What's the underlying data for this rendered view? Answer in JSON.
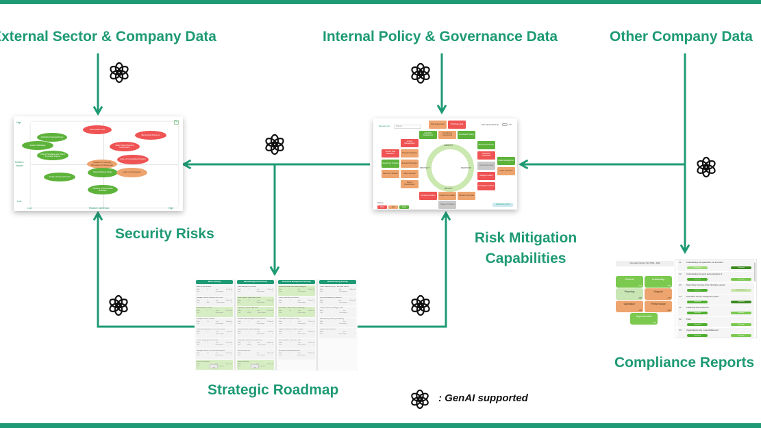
{
  "titles": {
    "external_data": "External Sector & Company Data",
    "policy_data": "Internal Policy & Governance Data",
    "other_data": "Other Company Data",
    "security_risks": "Security Risks",
    "risk_mitigation_line1": "Risk Mitigation",
    "risk_mitigation_line2": "Capabilities",
    "strategic_roadmap": "Strategic Roadmap",
    "compliance_reports": "Compliance Reports"
  },
  "legend": {
    "icon": "openai-genai-icon",
    "text": ": GenAI supported"
  },
  "colors": {
    "brand_green": "#1e9a74",
    "risk_green": "#5db33a",
    "risk_red": "#ef5353",
    "risk_orange": "#eda46e"
  },
  "risk_matrix": {
    "y_high": "High",
    "y_label_1": "Relative",
    "y_label_2": "Impact",
    "y_low": "Low",
    "x_low": "Low",
    "x_label": "Relative Likelihood",
    "x_high": "High",
    "risks": [
      {
        "name": "Client Data Leak",
        "level": "red"
      },
      {
        "name": "Being Held Ransom",
        "level": "red"
      },
      {
        "name": "Authority Financial Fines",
        "level": "green"
      },
      {
        "name": "Insider Sabotage",
        "level": "green"
      },
      {
        "name": "Major Client Service Interruption",
        "level": "red"
      },
      {
        "name": "Client Penalties and Client Financial Claims",
        "level": "green"
      },
      {
        "name": "Loss of Competitive Position",
        "level": "red"
      },
      {
        "name": "Shadow IT Causing Disruption or Data Leak",
        "level": "orange"
      },
      {
        "name": "Client Delivery Delay",
        "level": "green"
      },
      {
        "name": "Lack of Compliance",
        "level": "orange"
      },
      {
        "name": "Insider Financial Fraud",
        "level": "green"
      },
      {
        "name": "Delivery of Vulnerable Software",
        "level": "green"
      }
    ]
  },
  "mitigation": {
    "business_unit_label": "Business Unit",
    "business_unit_value": "Platform",
    "toggle_label": "Risk Adjusted Ratings",
    "toggle_state": "Off",
    "phases": [
      "IDENTIFY",
      "PROTECT",
      "RESPOND",
      "DETECT"
    ],
    "capabilities": [
      {
        "name": "Risk Assessment",
        "rating": "Fair"
      },
      {
        "name": "Third Party Risk",
        "rating": "Poor"
      },
      {
        "name": "Capability Assessment",
        "rating": "Good"
      },
      {
        "name": "Compliance Assessment",
        "rating": "Fair"
      },
      {
        "name": "Penetration Testing",
        "rating": "Good"
      },
      {
        "name": "Access Management",
        "rating": "Poor"
      },
      {
        "name": "Secure User Behaviour",
        "rating": "Poor"
      },
      {
        "name": "Network Protection",
        "rating": "Fair"
      },
      {
        "name": "Sessions & Tracking",
        "rating": "Good"
      },
      {
        "name": "Endpoint Protection",
        "rating": "Fair"
      },
      {
        "name": "Back-up & Restore",
        "rating": "Fair"
      },
      {
        "name": "Data Protection",
        "rating": "Fair"
      },
      {
        "name": "Secure Development",
        "rating": "Fair"
      },
      {
        "name": "Business Continuity",
        "rating": "Good"
      },
      {
        "name": "Response Preparation",
        "rating": "Poor"
      },
      {
        "name": "Incident Exercises",
        "rating": "None"
      },
      {
        "name": "Mitigate Incident",
        "rating": "Poor"
      },
      {
        "name": "Investigate Incidents",
        "rating": "Poor"
      },
      {
        "name": "Media Management",
        "rating": "Good"
      },
      {
        "name": "Cyber Insurance",
        "rating": "Fair"
      },
      {
        "name": "Access Anomalies",
        "rating": "Poor"
      },
      {
        "name": "Endpoint Anomalies",
        "rating": "Fair"
      },
      {
        "name": "Network Anomalies",
        "rating": "Fair"
      },
      {
        "name": "Triage of Incidents",
        "rating": "None"
      }
    ],
    "ratings_label": "Ratings",
    "ratings": [
      "Poor",
      "Fair",
      "Good"
    ],
    "framework_button": "Framework version"
  },
  "roadmap": {
    "columns": [
      {
        "title": "Basic Security",
        "items": [
          {
            "name": "Back-up and Restore",
            "effort": "5",
            "due": "31-Oct-23",
            "cost": "",
            "impact": "2",
            "hl": false
          },
          {
            "name": "Managed Secure Network over Office",
            "effort": "2",
            "due": "31-Dec-23",
            "cost": "5000",
            "impact": "4",
            "hl": false
          },
          {
            "name": "Ransomware Protocol",
            "effort": "2",
            "due": "31-Jan-24",
            "cost": "",
            "impact": "1",
            "hl": true
          },
          {
            "name": "Managed Secure Network",
            "effort": "10",
            "due": "31-Aug-25",
            "cost": "",
            "impact": "4",
            "hl": false
          },
          {
            "name": "Move anything done on NAS to to Cloud",
            "effort": "4",
            "due": "31-Jul-23",
            "cost": "",
            "impact": "",
            "hl": false
          },
          {
            "name": "Protect outgoing internet traffic",
            "effort": "3",
            "due": "31-Dec-23",
            "cost": "",
            "impact": "4",
            "hl": false
          },
          {
            "name": "Managed Secure BYOD Mobile Devices",
            "effort": "10",
            "due": "30-Sep-24",
            "cost": "",
            "impact": "4",
            "hl": false
          },
          {
            "name": "Ensure Notification",
            "effort": "",
            "due": "13-Dec-24",
            "cost": "",
            "impact": "",
            "hl": true
          }
        ]
      },
      {
        "title": "Data Management Security",
        "items": [
          {
            "name": "Data Management Review",
            "effort": "8",
            "due": "15-Jan-24",
            "cost": "",
            "impact": "3",
            "hl": false
          },
          {
            "name": "Select Secure Data Lake Partner",
            "effort": "11",
            "due": "30-Jun-23",
            "cost": "",
            "impact": "4",
            "hl": true
          },
          {
            "name": "Implement Secure Data Lake",
            "effort": "8",
            "due": "31-Jan-24",
            "cost": "40000",
            "impact": "3",
            "hl": true
          },
          {
            "name": "Detailed Data Management Architecture",
            "effort": "4",
            "due": "31-Jan-24",
            "cost": "",
            "impact": "3",
            "hl": false
          },
          {
            "name": "Standard-based Data Catalogue",
            "effort": "5",
            "due": "31-Jul-23",
            "cost": "",
            "impact": "3",
            "hl": false
          },
          {
            "name": "Data loads securely into Data Lake",
            "effort": "12",
            "due": "31-Mar-24",
            "cost": "10000",
            "impact": "4",
            "hl": false
          },
          {
            "name": "Secure AI and ML",
            "effort": "",
            "due": "30-Jun-24",
            "cost": "",
            "impact": "",
            "hl": false
          },
          {
            "name": "Data Conditional",
            "effort": "",
            "due": "30-Sep-24",
            "cost": "",
            "impact": "",
            "hl": true
          }
        ]
      },
      {
        "title": "Document Management Security",
        "items": [
          {
            "name": "Standards-based Meta Data Catalogue",
            "effort": "5",
            "due": "31-May-24",
            "cost": "",
            "impact": "3",
            "hl": true
          },
          {
            "name": "Teams Structures and Rules",
            "effort": "3",
            "due": "31-Dec-23",
            "cost": "",
            "impact": "3",
            "hl": false
          },
          {
            "name": "Automated Teams Life (Provisioning)",
            "effort": "10",
            "due": "31-Mar-24",
            "cost": "",
            "impact": "4",
            "hl": true
          },
          {
            "name": "Information Protection Policy",
            "effort": "5",
            "due": "31-Oct-23",
            "cost": "",
            "impact": "4",
            "hl": false
          },
          {
            "name": "Migrate SharePoint Sites to Teams",
            "effort": "8",
            "due": "30-Jun-24",
            "cost": "",
            "impact": "3",
            "hl": false
          },
          {
            "name": "Decommission SharePoint sites",
            "effort": "1",
            "due": "31-Dec-23",
            "cost": "",
            "impact": "1",
            "hl": false
          },
          {
            "name": "Document Conditional Access",
            "effort": "5",
            "due": "31-Mar-24",
            "cost": "",
            "impact": "1",
            "hl": false
          }
        ]
      },
      {
        "title": "Manufacturing Security",
        "items": [
          {
            "name": "Select Manufacturing IT and Data Partner",
            "effort": "",
            "due": "30-Apr-23",
            "cost": "",
            "impact": "",
            "hl": false
          },
          {
            "name": "Secure Manufacturing Network",
            "effort": "",
            "due": "31-Dec-23",
            "cost": "",
            "impact": "",
            "hl": false
          },
          {
            "name": "Product Security Strategy & Plan",
            "effort": "",
            "due": "",
            "cost": "",
            "impact": "",
            "hl": false
          },
          {
            "name": "Manufacturing Security Monitoring",
            "effort": "",
            "due": "",
            "cost": "",
            "impact": "",
            "hl": false
          },
          {
            "name": "Supply Chain Security",
            "effort": "",
            "due": "",
            "cost": "",
            "impact": "3",
            "hl": false
          }
        ]
      }
    ],
    "field_labels": {
      "effort": "Effort",
      "due": "Due",
      "cost": "Cost",
      "impact": "Score impact"
    }
  },
  "compliance": {
    "framework": "Framework Version: ISO 27001 - 2022",
    "areas": [
      {
        "name": "Context",
        "score": "4.25",
        "status": "good"
      },
      {
        "name": "Leadership",
        "score": "4.00",
        "status": "good"
      },
      {
        "name": "Planning",
        "score": "3.80",
        "status": "light"
      },
      {
        "name": "Support",
        "score": "2.75",
        "status": "fair"
      },
      {
        "name": "Operation",
        "score": "2.50",
        "status": "fair"
      },
      {
        "name": "Performance",
        "score": "2.50",
        "status": "fair"
      },
      {
        "name": "Improvement",
        "score": "4.50",
        "status": "good"
      }
    ],
    "clauses": [
      {
        "num": "4.1",
        "title": "Understanding the organization and its context",
        "implementation": "In Process",
        "maturity": "Optimized"
      },
      {
        "num": "4.2",
        "title": "Understanding the needs and expectations of",
        "implementation": "Completed",
        "maturity": "Managed"
      },
      {
        "num": "4.3",
        "title": "Determining the scope of the information security",
        "implementation": "Completed",
        "maturity": "Defined Process"
      },
      {
        "num": "4.4",
        "title": "Information security management system",
        "implementation": "Completed",
        "maturity": "Optimized"
      },
      {
        "num": "5.1",
        "title": "Leadership and commitment",
        "implementation": "Completed",
        "maturity": "Managed"
      },
      {
        "num": "5.2",
        "title": "Policy",
        "implementation": "Completed",
        "maturity": "Managed"
      },
      {
        "num": "5.3",
        "title": "Organizational roles, responsibilities and",
        "implementation": "Completed",
        "maturity": "Managed"
      }
    ]
  }
}
